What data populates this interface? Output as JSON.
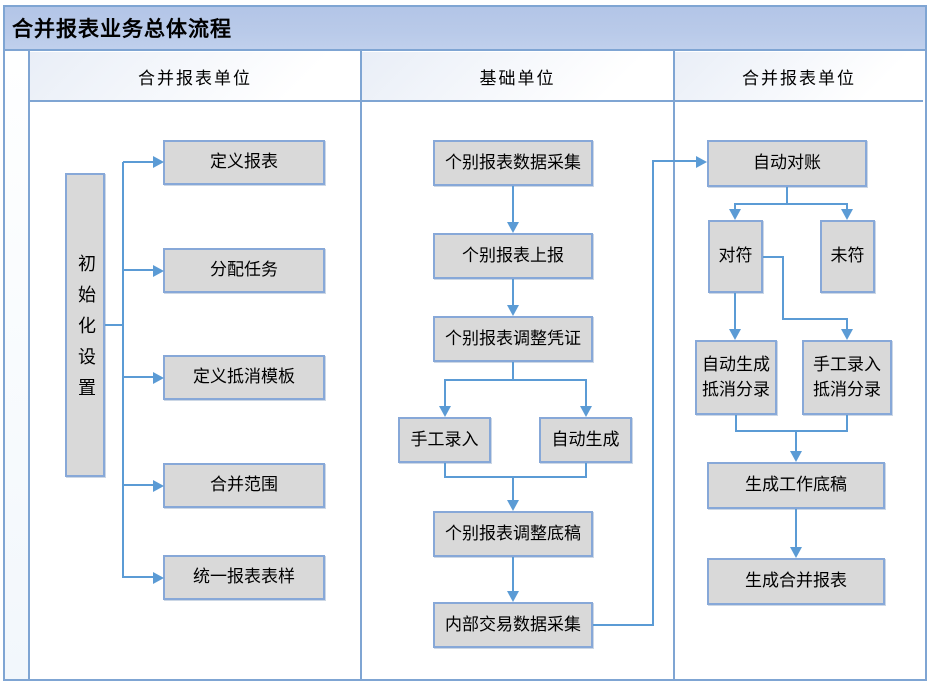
{
  "title": "合并报表业务总体流程",
  "lanes": {
    "left": "合并报表单位",
    "middle": "基础单位",
    "right": "合并报表单位"
  },
  "nodes": {
    "init": "初始化设置",
    "define_report": "定义报表",
    "assign_task": "分配任务",
    "define_elim_template": "定义抵消模板",
    "merge_scope": "合并范围",
    "unified_report_style": "统一报表表样",
    "individual_data_collect": "个别报表数据采集",
    "individual_submit": "个别报表上报",
    "individual_adjust_voucher": "个别报表调整凭证",
    "manual_entry": "手工录入",
    "auto_generate": "自动生成",
    "individual_adjust_draft": "个别报表调整底稿",
    "internal_trade_collect": "内部交易数据采集",
    "auto_reconcile": "自动对账",
    "matched": "对符",
    "unmatched": "未符",
    "auto_elim_entry": "自动生成抵消分录",
    "manual_elim_entry": "手工录入抵消分录",
    "generate_work_paper": "生成工作底稿",
    "generate_merged_report": "生成合并报表"
  },
  "colors": {
    "title_bar_bg": "#b7c8e8",
    "grid_border": "#7fa5d3",
    "connector": "#5b9bd5",
    "node_fill": "#d9d9d9",
    "node_border": "#87a8d8"
  }
}
